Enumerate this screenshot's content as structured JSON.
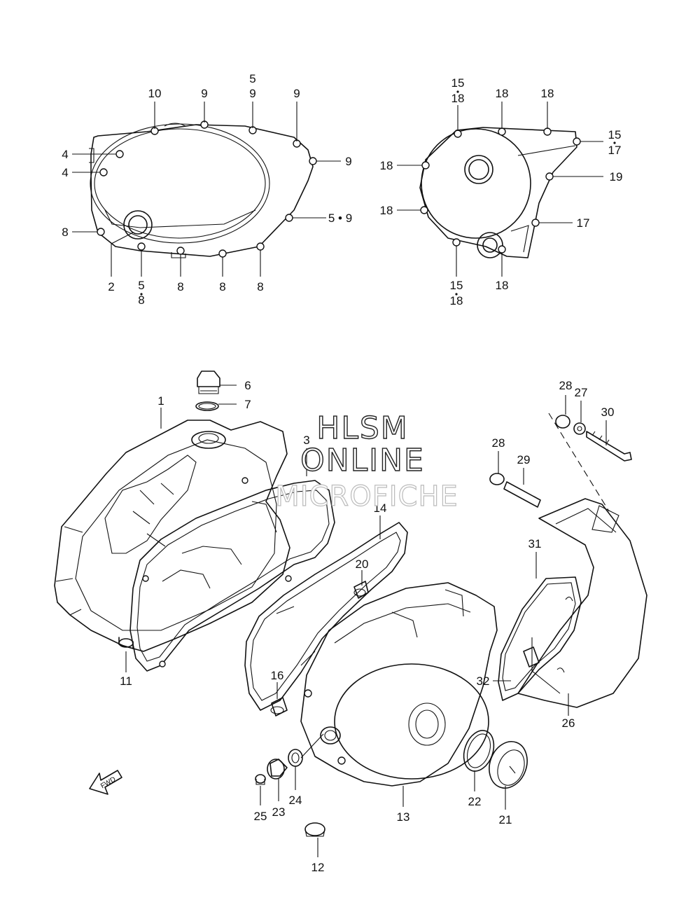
{
  "watermark": {
    "line1": "HLSM",
    "line2": "ONLINE",
    "line3": "MICROFICHE"
  },
  "direction_badge": "FWD",
  "callouts": {
    "c2": "2",
    "c4a": "4",
    "c4b": "4",
    "c5_8a": "5",
    "c5_8b": "8",
    "c8a": "8",
    "c8b": "8",
    "c8c": "8",
    "c8d": "8",
    "c9a": "9",
    "c9b": "9",
    "c9c": "9",
    "c5_9top_a": "5",
    "c5_9top_b": "9",
    "c10": "10",
    "c5dot9": "5 • 9",
    "c15_18a_a": "15",
    "c15_18a_b": "18",
    "c15_17_a": "15",
    "c15_17_b": "17",
    "c15_18b_a": "15",
    "c15_18b_b": "18",
    "c17": "17",
    "c18a": "18",
    "c18b": "18",
    "c18c": "18",
    "c18d": "18",
    "c18e": "18",
    "c19": "19",
    "c1": "1",
    "c3": "3",
    "c6": "6",
    "c7": "7",
    "c11": "11",
    "c12": "12",
    "c13": "13",
    "c14": "14",
    "c16": "16",
    "c20": "20",
    "c21": "21",
    "c22": "22",
    "c23": "23",
    "c24": "24",
    "c25": "25",
    "c26": "26",
    "c27": "27",
    "c28a": "28",
    "c28b": "28",
    "c29": "29",
    "c30": "30",
    "c31": "31",
    "c32": "32"
  },
  "colors": {
    "line": "#111111",
    "background": "#ffffff"
  }
}
